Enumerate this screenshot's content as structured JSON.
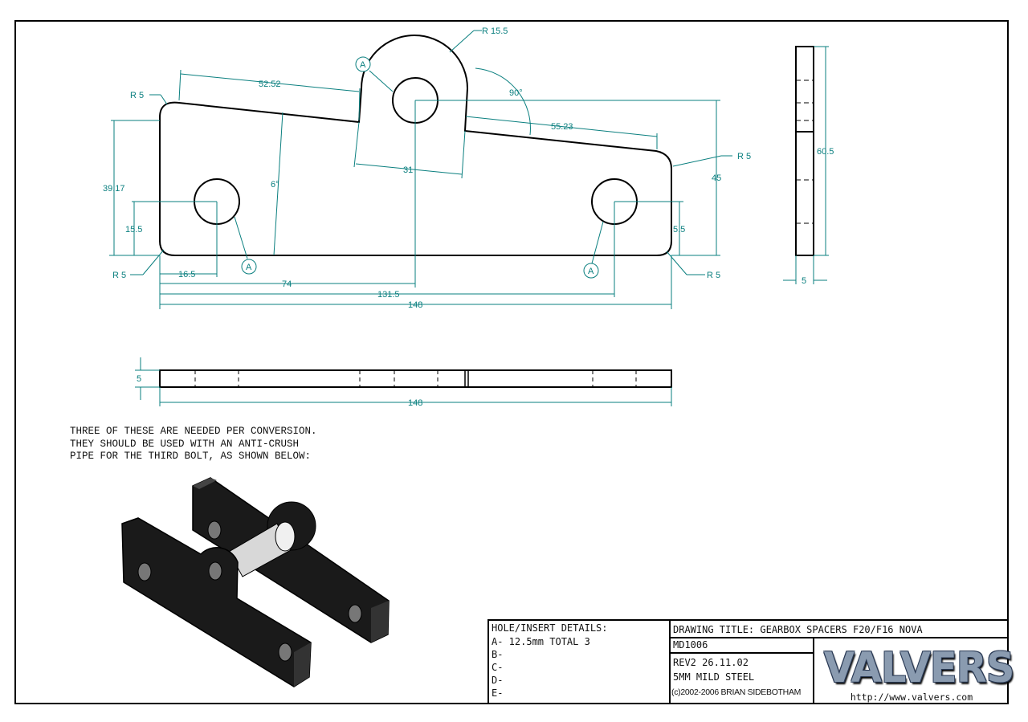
{
  "drawing": {
    "dimensions": {
      "r155": "R 15.5",
      "r5_tl": "R 5",
      "r5_tr": "R 5",
      "r5_bl": "R 5",
      "r5_br": "R 5",
      "d5252": "52.52",
      "d90": "90°",
      "d5523": "55.23",
      "d3917": "39.17",
      "d6": "6°",
      "d31": "31",
      "d45": "45",
      "d155": "15.5",
      "d55": "5.5",
      "d165": "16.5",
      "d74": "74",
      "d1315": "131.5",
      "d148a": "148",
      "d605": "60.5",
      "d5side": "5",
      "d5bottom": "5",
      "d148b": "148"
    },
    "hole_callouts": {
      "a1": "A",
      "a2": "A",
      "a3": "A"
    }
  },
  "notes": {
    "line1": "THREE OF THESE ARE NEEDED PER CONVERSION.",
    "line2": "THEY SHOULD BE USED WITH AN ANTI-CRUSH",
    "line3": "PIPE FOR THE THIRD BOLT, AS SHOWN BELOW:"
  },
  "title_block": {
    "hole_header": "HOLE/INSERT DETAILS:",
    "hole_a": "A- 12.5mm TOTAL 3",
    "hole_b": "B-",
    "hole_c": "C-",
    "hole_d": "D-",
    "hole_e": "E-",
    "drawing_title": "DRAWING TITLE: GEARBOX SPACERS F20/F16 NOVA",
    "drawing_number": "MD1006",
    "revision": "REV2 26.11.02",
    "material": "5MM MILD STEEL",
    "copyright": "(c)2002-2006 BRIAN SIDEBOTHAM",
    "logo_text": "VALVERS",
    "url": "http://www.valvers.com"
  }
}
